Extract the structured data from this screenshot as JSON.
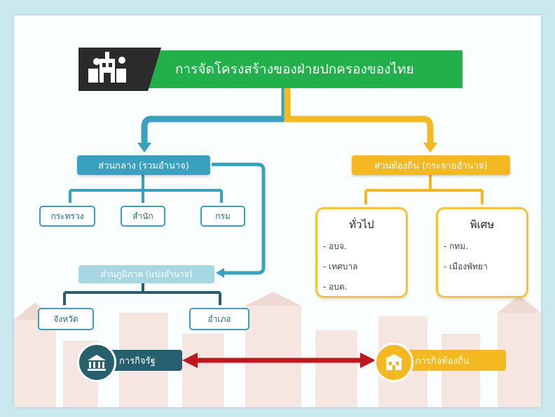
{
  "title": "การจัดโครงสร้างของฝ่ายปกครองของไทย",
  "central": {
    "label": "ส่วนกลาง (รวมอำนาจ)",
    "children": [
      "กระทรวง",
      "สำนัก",
      "กรม"
    ]
  },
  "regional": {
    "label": "ส่วนภูมิภาค (แบ่งอำนาจ)",
    "children": [
      "จังหวัด",
      "อำเภอ"
    ]
  },
  "local": {
    "label": "ส่วนท้องถิ่น (กระจายอำนาจ)",
    "general": {
      "title": "ทั่วไป",
      "items": [
        "- อบจ.",
        "- เทศบาล",
        "- อบต."
      ]
    },
    "special": {
      "title": "พิเศษ",
      "items": [
        "- กทม.",
        "- เมืองพัทยา"
      ]
    }
  },
  "bottom": {
    "state_affairs": "การกิจรัฐ",
    "local_affairs": "ภารกิจท้องถิ่น"
  },
  "colors": {
    "green": "#22b04b",
    "teal": "#3aa0bf",
    "gold": "#f4b921",
    "dark_teal": "#26606f",
    "red": "#c0161c"
  }
}
